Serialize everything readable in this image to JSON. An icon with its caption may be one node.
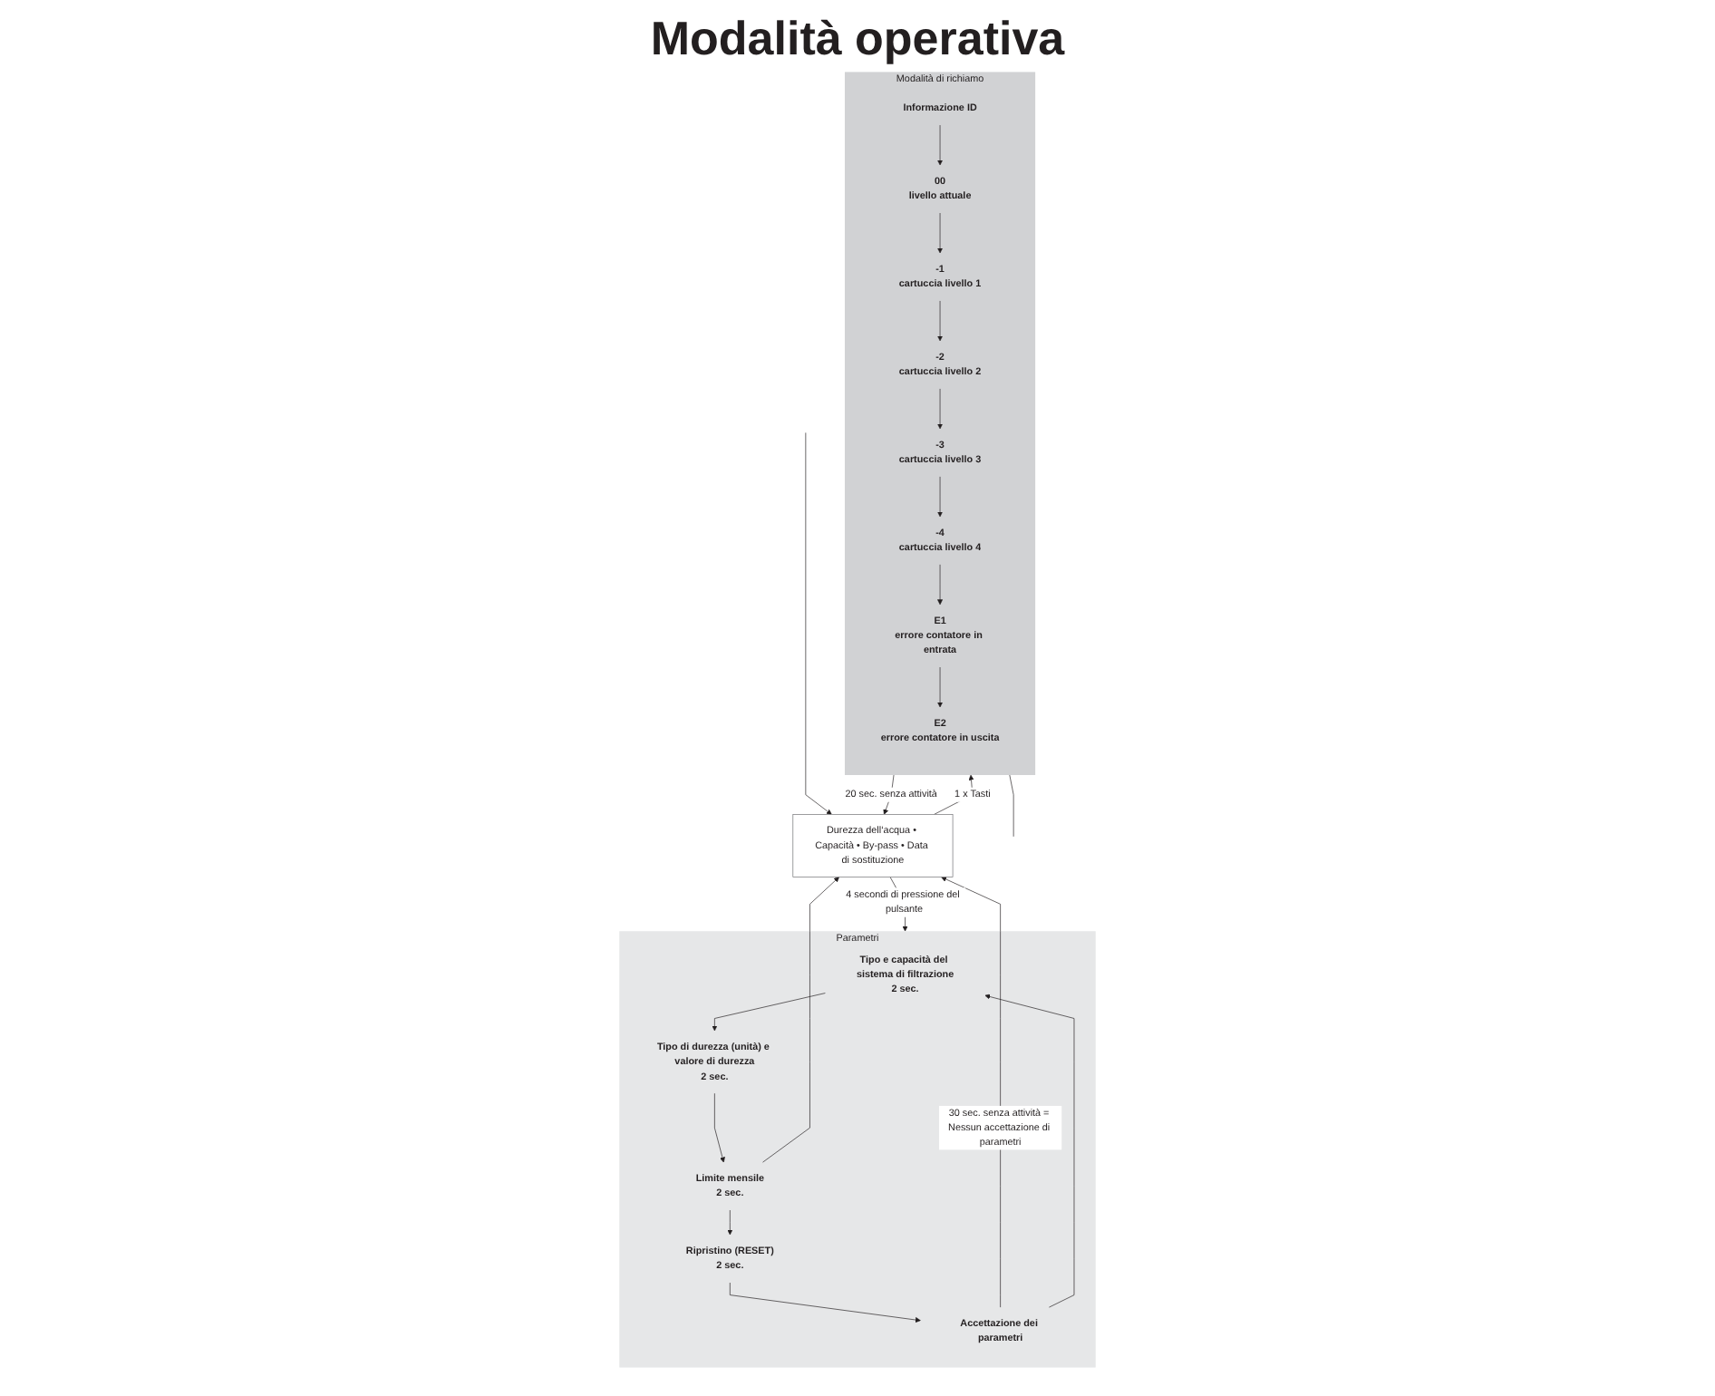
{
  "diagram": {
    "title": "Modalità operativa",
    "nodes": [
      {
        "text": [
          "Durezza dell‘acqua • Capacità • By-pass • Data di sostituzione"
        ]
      },
      {
        "text": [
          "Modalità di richiamo"
        ]
      },
      {
        "text": [
          "Informazione ID"
        ],
        "in": 1
      },
      {
        "text": [
          "00",
          "livello attuale"
        ],
        "in": 1
      },
      {
        "text": [
          "-1",
          "cartuccia livello 1"
        ],
        "in": 1
      },
      {
        "text": [
          "-2",
          "cartuccia livello 2"
        ],
        "in": 1
      },
      {
        "text": [
          "-3",
          "cartuccia livello 3"
        ],
        "in": 1
      },
      {
        "text": [
          "-4",
          "cartuccia livello 4"
        ],
        "in": 1
      },
      {
        "text": [
          "E1",
          "errore contatore in entrata"
        ],
        "in": 1
      },
      {
        "text": [
          "E2",
          "errore contatore in uscita"
        ],
        "in": 1
      },
      {
        "text": [
          "Parametri"
        ]
      },
      {
        "text": [
          "Tipo e capacità del sistema di filtrazione"
        ],
        "beside": [
          "2 sec."
        ],
        "in": 10
      },
      {
        "text": [
          "Tipo di durezza (unità) e valore di durezza"
        ],
        "beside": [
          "2 sec."
        ],
        "in": 10
      },
      {
        "text": [
          "Limite mensile"
        ],
        "beside": [
          "2 sec."
        ],
        "in": 10
      },
      {
        "text": [
          "Ripristino (RESET)"
        ],
        "beside": [
          "2 sec."
        ],
        "in": 10
      },
      {
        "text": [
          "Accettazione dei parametri"
        ],
        "in": 10
      }
    ],
    "edges": [
      {
        "from": 1,
        "to": 0,
        "arrow": "to",
        "label": "20 sec. senza attività"
      },
      {
        "from": 15,
        "to": 0,
        "arrow": "to",
        "label": "30 sec. senza attività = Nessun accettazione di parametri"
      },
      {
        "from": 13,
        "to": 0,
        "arrow": "to"
      },
      {
        "from": 0,
        "to": 1,
        "arrow": "to",
        "label": "1 x Tasti"
      },
      {
        "from": 0,
        "to": 10,
        "arrow": "to",
        "label": "4 secondi di pressione del pulsante"
      },
      {
        "from": 15,
        "to": 11,
        "arrow": "to"
      },
      {
        "from": 2,
        "to": 3,
        "arrow": "to"
      },
      {
        "from": 3,
        "to": 4,
        "arrow": "to"
      },
      {
        "from": 4,
        "to": 5,
        "arrow": "to"
      },
      {
        "from": 5,
        "to": 6,
        "arrow": "to"
      },
      {
        "from": 6,
        "to": 7,
        "arrow": "to"
      },
      {
        "from": 7,
        "to": 8,
        "arrow": "to"
      },
      {
        "from": 8,
        "to": 9,
        "arrow": "to"
      },
      {
        "from": 11,
        "to": 12,
        "arrow": "to"
      },
      {
        "from": 12,
        "to": 13,
        "arrow": "to"
      },
      {
        "from": 13,
        "to": 14,
        "arrow": "to"
      },
      {
        "from": 14,
        "to": 15,
        "arrow": "to"
      },
      {
        "from": 1,
        "to": null,
        "arrow": "none"
      },
      {
        "from": null,
        "to": 0,
        "arrow": "to"
      }
    ]
  }
}
